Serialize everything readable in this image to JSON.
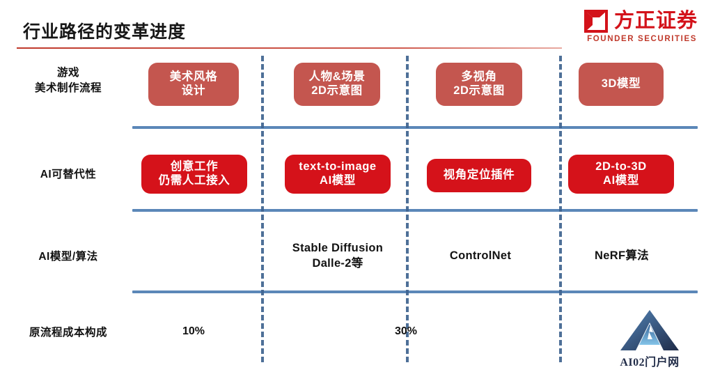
{
  "header": {
    "title": "行业路径的变革进度",
    "brand": {
      "name_cn": "方正证券",
      "name_en": "FOUNDER SECURITIES",
      "mark": "founder-square-mark",
      "color": "#d3121a"
    }
  },
  "theme": {
    "rail_blue": "#5b87b8",
    "dash_blue": "#3f6490",
    "pill_muted_red": "#c4564f",
    "pill_vivid_red": "#d5121a",
    "title_rule_red": "#c0392b",
    "text_black": "#111111"
  },
  "matrix": {
    "rows": [
      {
        "label": "游戏\n美术制作流程",
        "label_line1": "游戏",
        "label_line2": "美术制作流程",
        "style": "pill-muted",
        "cells": [
          {
            "line1": "美术风格",
            "line2": "设计"
          },
          {
            "line1": "人物&场景",
            "line2": "2D示意图"
          },
          {
            "line1": "多视角",
            "line2": "2D示意图"
          },
          {
            "line1": "3D模型",
            "line2": ""
          }
        ]
      },
      {
        "label": "AI可替代性",
        "label_line1": "AI可替代性",
        "label_line2": "",
        "style": "pill-vivid",
        "cells": [
          {
            "line1": "创意工作",
            "line2": "仍需人工接入"
          },
          {
            "line1": "text-to-image",
            "line2": "AI模型"
          },
          {
            "line1": "视角定位插件",
            "line2": ""
          },
          {
            "line1": "2D-to-3D",
            "line2": "AI模型"
          }
        ]
      },
      {
        "label": "AI模型/算法",
        "label_line1": "AI模型/算法",
        "label_line2": "",
        "style": "plain-text",
        "cells": [
          {
            "line1": "",
            "line2": ""
          },
          {
            "line1": "Stable Diffusion",
            "line2": "Dalle-2等"
          },
          {
            "line1": "ControlNet",
            "line2": ""
          },
          {
            "line1": "NeRF算法",
            "line2": ""
          }
        ]
      },
      {
        "label": "原流程成本构成",
        "label_line1": "原流程成本构成",
        "label_line2": "",
        "style": "percent",
        "cells": [
          {
            "line1": "10%",
            "line2": ""
          },
          {
            "line1": "30%",
            "line2": ""
          },
          {
            "line1": "",
            "line2": ""
          },
          {
            "line1": "",
            "line2": ""
          }
        ]
      }
    ]
  },
  "watermark": {
    "text": "AI02门户网",
    "mark": "ai-portal-triangle-mark"
  }
}
